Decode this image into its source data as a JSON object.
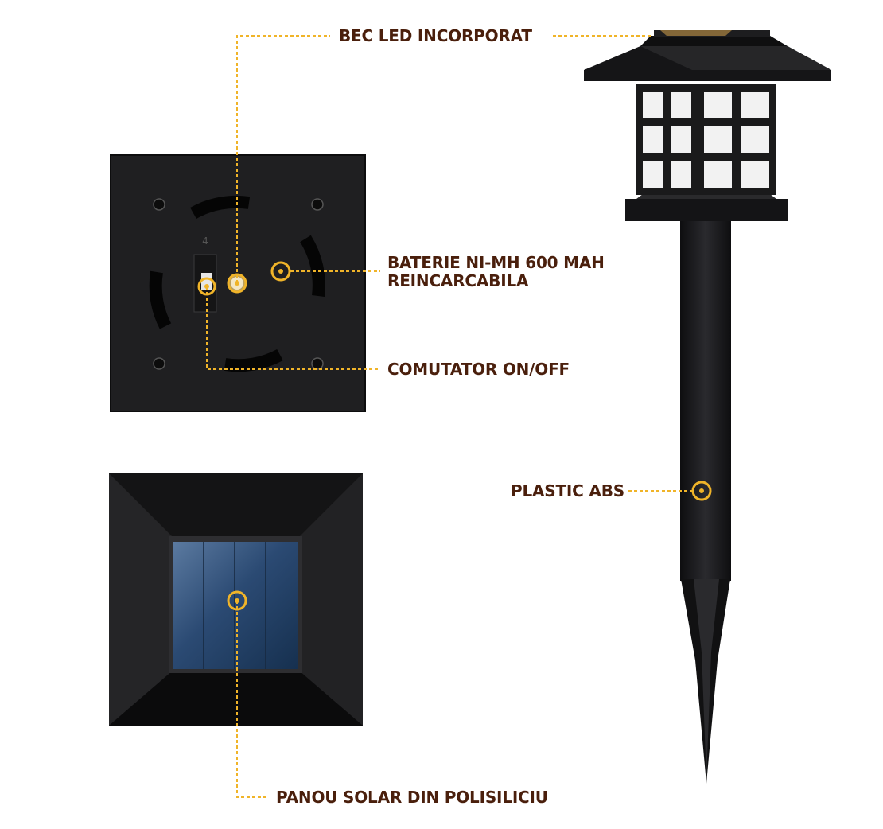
{
  "labels": {
    "led_bulb": "BEC LED INCORPORAT",
    "battery_line1": "BATERIE NI-MH 600 MAH",
    "battery_line2": "REINCARCABILA",
    "switch": "COMUTATOR ON/OFF",
    "material": "PLASTIC ABS",
    "solar_panel": "PANOU SOLAR DIN POLISILICIU"
  },
  "colors": {
    "label_text": "#4a1f0c",
    "leader_line": "#f0b429",
    "product_black": "#1c1c1e",
    "solar_cell_blue": "#1e3a5f"
  }
}
